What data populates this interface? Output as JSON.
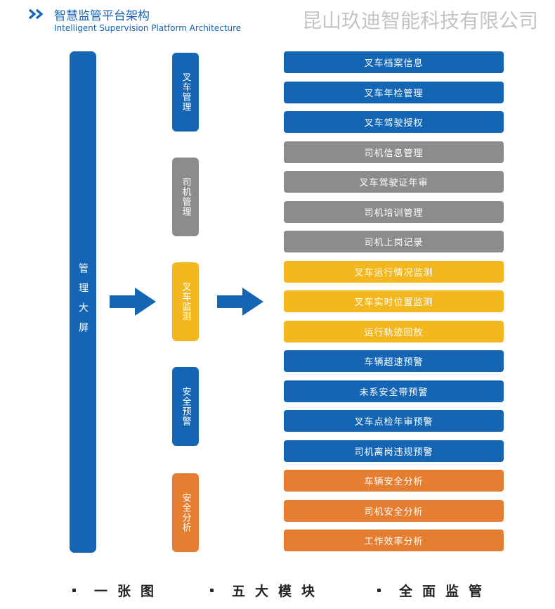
{
  "header": {
    "title_cn": "智慧监管平台架构",
    "title_en": "Intelligent Supervision Platform Architecture",
    "company": "昆山玖迪智能科技有限公司",
    "icon": "double-chevron-right-icon"
  },
  "colors": {
    "blue": "#1466b4",
    "gray": "#8c8c8c",
    "yellow": "#f3b81f",
    "orange": "#e57e31"
  },
  "main_column": {
    "label": "管理大屏"
  },
  "modules": [
    {
      "label": "叉车管理",
      "color": "#1466b4"
    },
    {
      "label": "司机管理",
      "color": "#8c8c8c"
    },
    {
      "label": "叉车监测",
      "color": "#f3b81f"
    },
    {
      "label": "安全预警",
      "color": "#1466b4"
    },
    {
      "label": "安全分析",
      "color": "#e57e31"
    }
  ],
  "items": [
    {
      "label": "叉车档案信息",
      "color": "#1466b4"
    },
    {
      "label": "叉车年检管理",
      "color": "#1466b4"
    },
    {
      "label": "叉车驾驶授权",
      "color": "#1466b4"
    },
    {
      "label": "司机信息管理",
      "color": "#8c8c8c"
    },
    {
      "label": "叉车驾驶证年审",
      "color": "#8c8c8c"
    },
    {
      "label": "司机培训管理",
      "color": "#8c8c8c"
    },
    {
      "label": "司机上岗记录",
      "color": "#8c8c8c"
    },
    {
      "label": "叉车运行情况监测",
      "color": "#f3b81f"
    },
    {
      "label": "叉车实时位置监测",
      "color": "#f3b81f"
    },
    {
      "label": "运行轨迹回放",
      "color": "#f3b81f"
    },
    {
      "label": "车辆超速预警",
      "color": "#1466b4"
    },
    {
      "label": "未系安全带预警",
      "color": "#1466b4"
    },
    {
      "label": "叉车点检年审预警",
      "color": "#1466b4"
    },
    {
      "label": "司机离岗违规预警",
      "color": "#1466b4"
    },
    {
      "label": "车辆安全分析",
      "color": "#e57e31"
    },
    {
      "label": "司机安全分析",
      "color": "#e57e31"
    },
    {
      "label": "工作效率分析",
      "color": "#e57e31"
    }
  ],
  "footer": [
    {
      "text": "一张图"
    },
    {
      "text": "五大模块"
    },
    {
      "text": "全面监管"
    }
  ]
}
